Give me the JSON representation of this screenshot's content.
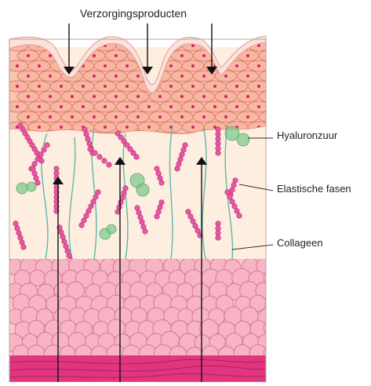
{
  "labels": {
    "products": "Verzorgingsproducten",
    "hyaluronic": "Hyaluronzuur",
    "elastic": "Elastische fasen",
    "collagen": "Collageen"
  },
  "colors": {
    "dermis": "#fdeee0",
    "epidermis_cell": "#f7b7a0",
    "cell_outline": "#e07c6c",
    "nucleus": "#e01e6e",
    "stratum_corneum": "#fbe3dc",
    "elastin_bead": "#e85aa0",
    "hyaluronic": "#78c88a",
    "collagen_fiber": "#5fb8a8",
    "fat_cell": "#f6b4c4",
    "muscle": "#e0357f",
    "arrow": "#111111"
  }
}
